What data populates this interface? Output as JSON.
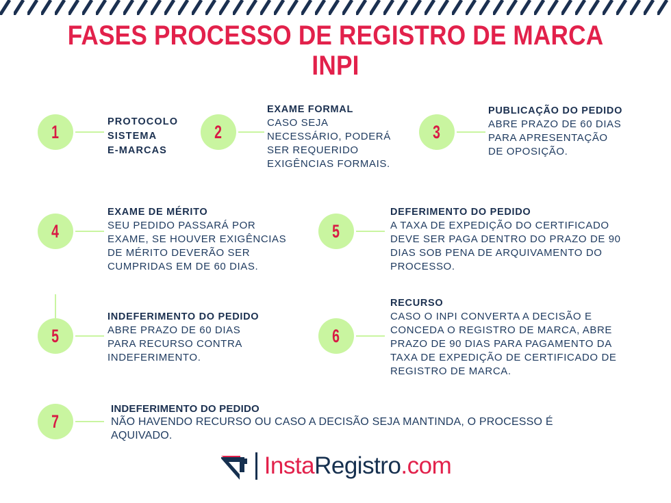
{
  "title": {
    "line1": "FASES PROCESSO DE REGISTRO DE MARCA",
    "line2": "INPI"
  },
  "colors": {
    "red": "#e2214b",
    "navy": "#1b3050",
    "green": "#c9f5a0",
    "number_red": "#d81b45",
    "body_navy": "#1e3a5f"
  },
  "steps": [
    {
      "number": "1",
      "heading": "PROTOCOLO\nSISTEMA\n E-MARCAS",
      "body": ""
    },
    {
      "number": "2",
      "heading": "EXAME FORMAL",
      "body": "CASO SEJA\nNECESSÁRIO, PODERÁ\nSER REQUERIDO\nEXIGÊNCIAS FORMAIS."
    },
    {
      "number": "3",
      "heading": "PUBLICAÇÃO DO PEDIDO",
      "body": "ABRE PRAZO DE 60 DIAS\nPARA APRESENTAÇÃO\nDE OPOSIÇÃO."
    },
    {
      "number": "4",
      "heading": "EXAME DE MÉRITO",
      "body": "SEU PEDIDO PASSARÁ POR\nEXAME, SE HOUVER EXIGÊNCIAS\nDE MÉRITO DEVERÃO SER\nCUMPRIDAS EM DE 60 DIAS."
    },
    {
      "number": "5",
      "heading": "DEFERIMENTO DO PEDIDO",
      "body": "A TAXA DE EXPEDIÇÃO DO CERTIFICADO\nDEVE SER PAGA DENTRO DO PRAZO DE 90\nDIAS  SOB PENA DE ARQUIVAMENTO DO\nPROCESSO."
    },
    {
      "number": "5",
      "heading": "INDEFERIMENTO DO\nPEDIDO",
      "body": "ABRE PRAZO DE 60 DIAS\nPARA RECURSO CONTRA\nINDEFERIMENTO."
    },
    {
      "number": "6",
      "heading": "RECURSO",
      "body": "CASO O INPI CONVERTA A DECISÃO E\nCONCEDA O REGISTRO DE MARCA, ABRE\nPRAZO DE 90 DIAS PARA PAGAMENTO DA\nTAXA DE EXPEDIÇÃO DE CERTIFICADO DE\nREGISTRO DE MARCA."
    },
    {
      "number": "7",
      "heading": "INDEFERIMENTO DO PEDIDO",
      "body": "NÃO HAVENDO RECURSO OU CASO A DECISÃO SEJA MANTINDA, O PROCESSO É\nAQUIVADO."
    }
  ],
  "logo": {
    "insta": "Insta",
    "registro": "Registro",
    "com": ".com"
  }
}
